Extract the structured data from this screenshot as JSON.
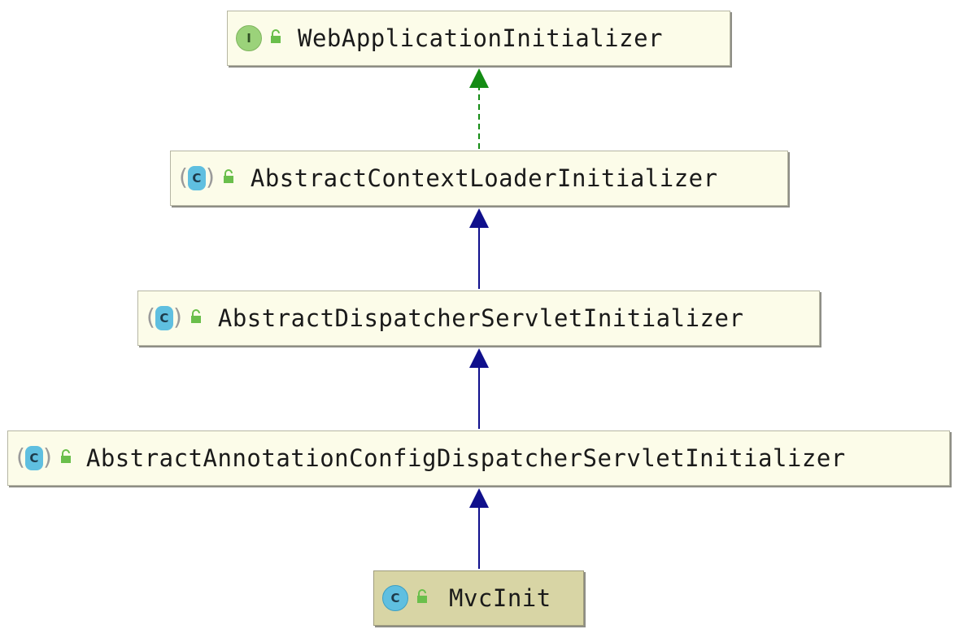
{
  "diagram": {
    "nodes": [
      {
        "id": "web-app-initializer",
        "label": "WebApplicationInitializer",
        "kind": "interface",
        "icon_text": "I"
      },
      {
        "id": "abstract-context-loader",
        "label": "AbstractContextLoaderInitializer",
        "kind": "abstract-class",
        "icon_text": "C"
      },
      {
        "id": "abstract-dispatcher-servlet",
        "label": "AbstractDispatcherServletInitializer",
        "kind": "abstract-class",
        "icon_text": "C"
      },
      {
        "id": "abstract-annotation-config",
        "label": "AbstractAnnotationConfigDispatcherServletInitializer",
        "kind": "abstract-class",
        "icon_text": "C"
      },
      {
        "id": "mvc-init",
        "label": "MvcInit",
        "kind": "class",
        "icon_text": "C",
        "selected": true
      }
    ],
    "edges": [
      {
        "from": "abstract-context-loader",
        "to": "web-app-initializer",
        "type": "implements",
        "color": "#148c14"
      },
      {
        "from": "abstract-dispatcher-servlet",
        "to": "abstract-context-loader",
        "type": "extends",
        "color": "#10108c"
      },
      {
        "from": "abstract-annotation-config",
        "to": "abstract-dispatcher-servlet",
        "type": "extends",
        "color": "#10108c"
      },
      {
        "from": "mvc-init",
        "to": "abstract-annotation-config",
        "type": "extends",
        "color": "#10108c"
      }
    ],
    "colors": {
      "node_fill": "#fcfce9",
      "selected_fill": "#d8d5a5",
      "interface_icon": "#9bd27a",
      "class_icon": "#5fbfe0",
      "lock_icon": "#6abf4b"
    }
  }
}
